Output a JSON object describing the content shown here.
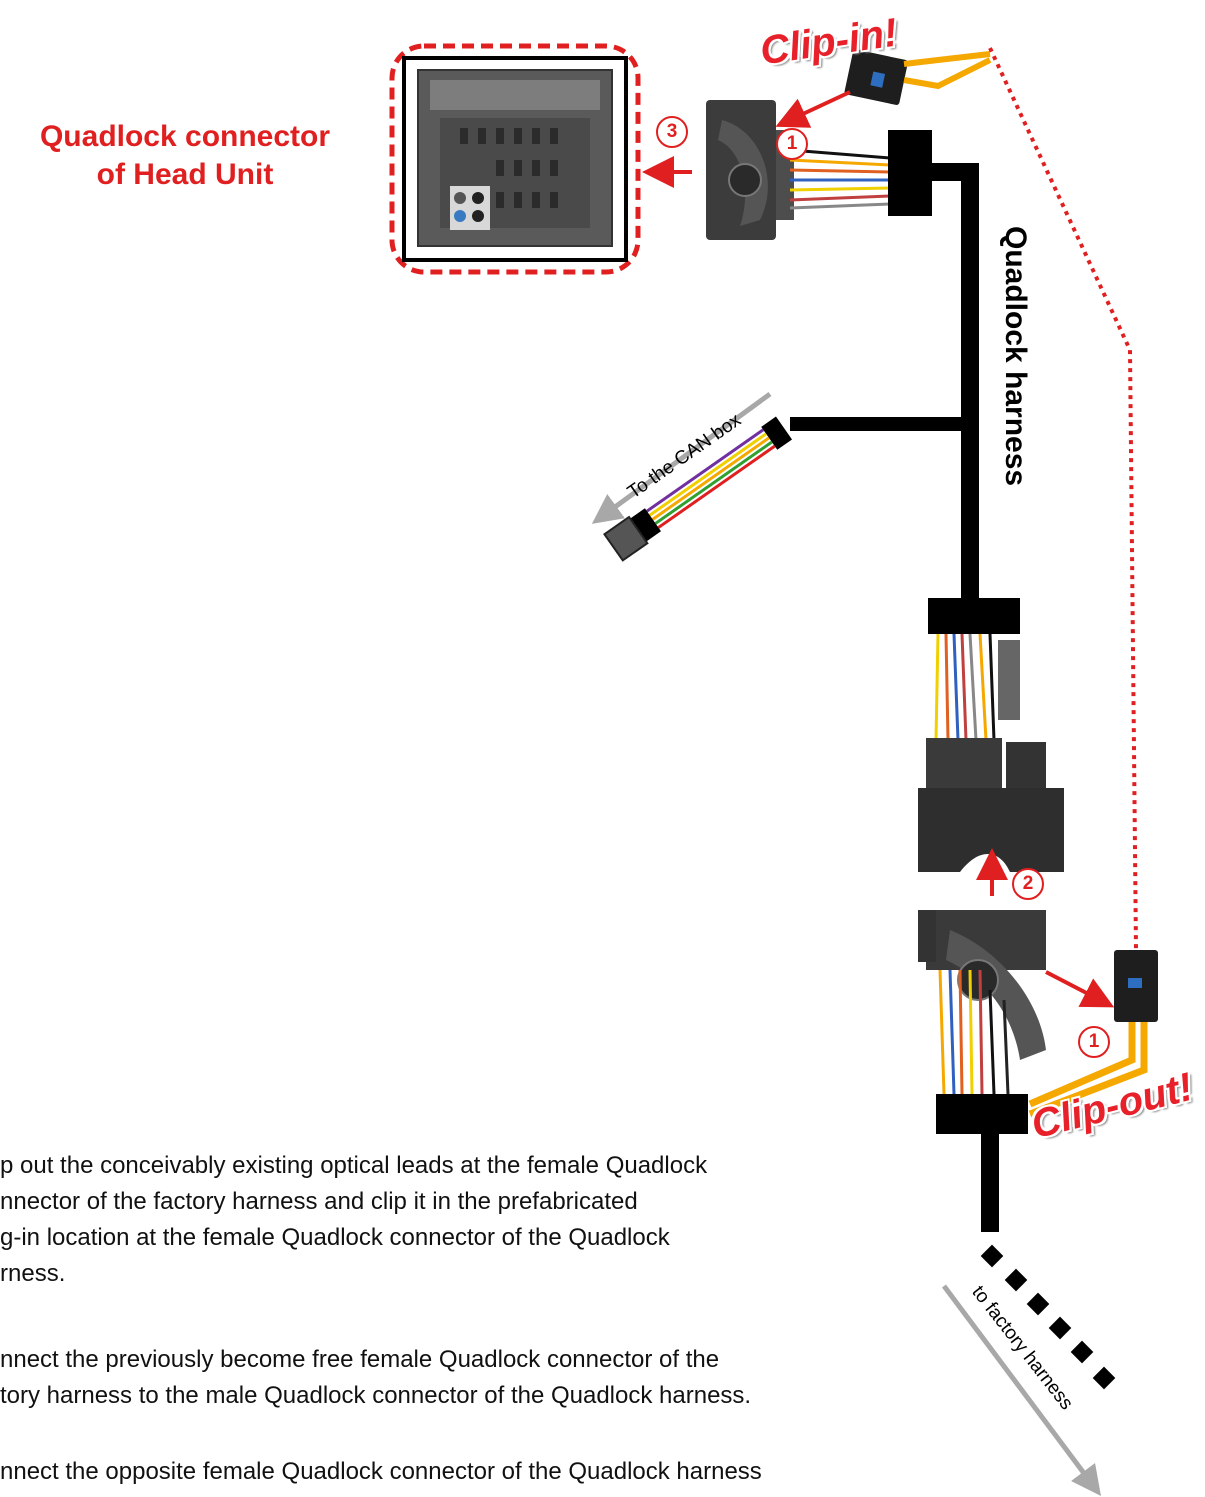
{
  "labels": {
    "head_unit_line1": "Quadlock connector",
    "head_unit_line2": "of Head Unit",
    "harness": "Quadlock harness",
    "can_box": "To the CAN box",
    "factory": "to factory harness",
    "clip_in": "Clip-in!",
    "clip_out": "Clip-out!"
  },
  "badges": {
    "step_one_top": "1",
    "step_three": "3",
    "step_two": "2",
    "step_one_bottom": "1"
  },
  "instructions": [
    {
      "text": "p out the conceivably existing optical leads at the female Quadlock\nnnector of the factory harness and clip it in the prefabricated\ng-in location at the female Quadlock connector of the Quadlock\nrness."
    },
    {
      "text": "nnect the previously become free female Quadlock connector of the\ntory harness to the male Quadlock connector of the Quadlock harness."
    },
    {
      "text": "nnect the opposite female Quadlock connector of the Quadlock harness"
    }
  ],
  "colors": {
    "accent_red": "#e02020",
    "optical_orange": "#f5a800",
    "cable_black": "#000000",
    "arrow_gray": "#a8a8a8"
  }
}
